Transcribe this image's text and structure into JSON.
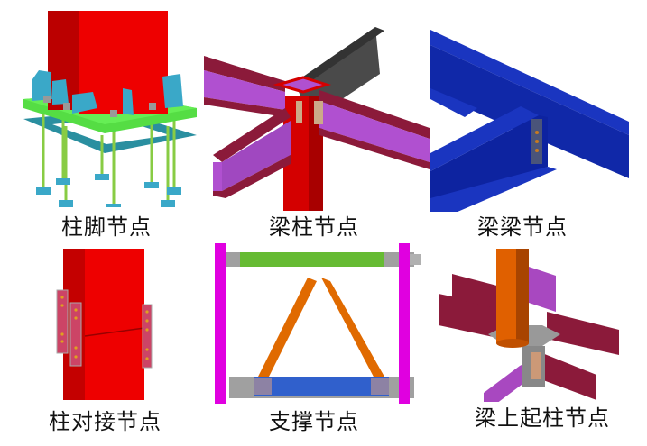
{
  "figure": {
    "panels": [
      {
        "id": "column-base",
        "caption": "柱脚节点"
      },
      {
        "id": "beam-column",
        "caption": "梁柱节点"
      },
      {
        "id": "beam-beam",
        "caption": "梁梁节点"
      },
      {
        "id": "column-splice",
        "caption": "柱对接节点"
      },
      {
        "id": "bracing",
        "caption": "支撑节点"
      },
      {
        "id": "column-on-beam",
        "caption": "梁上起柱节点"
      }
    ]
  },
  "colors": {
    "column_red": "#ee0000",
    "column_red_dark": "#b80000",
    "base_plate_green": "#55dd44",
    "stiffener_cyan": "#3aa8c8",
    "anchor_rod_green": "#88cc44",
    "beam_crimson": "#8b1a3a",
    "beam_web_purple": "#b050d0",
    "beam_gray": "#4a4a4a",
    "beam_blue": "#1530b8",
    "brace_orange": "#e06a00",
    "frame_magenta": "#e000e0",
    "top_beam_green": "#66bb33",
    "bottom_beam_blue": "#3060cc",
    "splice_plate_pink": "#cc4466",
    "pipe_column_orange": "#cc5500"
  }
}
